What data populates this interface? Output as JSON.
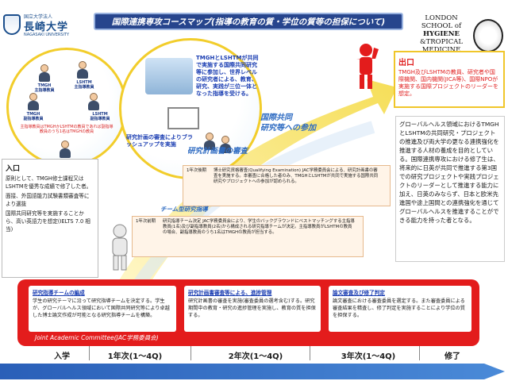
{
  "header": {
    "nagasaki_small": "国立大学法人",
    "nagasaki_name": "長崎大学",
    "nagasaki_en": "NAGASAKI UNIVERSITY",
    "title": "国際連携専攻コースマップ(指導の教育の質・学位の質等の担保について)",
    "lshtm_line1": "LONDON",
    "lshtm_line2": "SCHOOL of",
    "lshtm_line3": "HYGIENE",
    "lshtm_line4": "&TROPICAL",
    "lshtm_line5": "MEDICINE"
  },
  "circle_left": {
    "tmgh_main": "TMGH",
    "tmgh_main_role": "主指導教員",
    "lshtm_main": "LSHTM",
    "lshtm_main_role": "主指導教員",
    "tmgh_sub": "TMGH",
    "tmgh_sub_role": "副指導教員",
    "lshtm_sub": "LSHTM",
    "lshtm_sub_role": "副指導教員",
    "note": "主指導教員はTMGHかLSHTMの教員であれば副指導教員のうち1名はTMGHの教員"
  },
  "circle_mid": {
    "callout_top": "TMGHとLSHTMが共同で実施する国際共同研究等に参加し、世界レベルの研究者による、教育、研究、実践が三位一体となった指導を受ける。",
    "callout_bottom": "研究計画の審査によりブラッシュアップを実施"
  },
  "entrance": {
    "head": "入口",
    "p1": "原則として、TMGH修士課程又はLSHTMを優秀な成績で修了した者。",
    "p2": "面接、外国語能力試験書類審査等により選抜",
    "p3": "国際共同研究等を実施することから、高い英語力を想定(IELTS 7.0 相当)"
  },
  "exit": {
    "head": "出口",
    "body": "TMGH及びLSHTMの教員、研究者や国際機関、国内機関(JICA等)、国際NPOが実施する国際プロジェクトのリーダーを想定。"
  },
  "research_join": {
    "line1": "国際共同",
    "line2": "研究等への参加"
  },
  "plan_review": {
    "title": "研究計画書の審査",
    "year": "1年次後期",
    "text": "博士研究資格審査(Qualifying Examination) JAC学務委員会による、研究計画書の審査を実施する。本審査に合格した者のみ、TMGHとLSHTMが共同で実施する国際共同研究やプロジェクトへの参加が認められる。"
  },
  "team": {
    "title": "チーム型研究指導",
    "year": "1年次前期",
    "text": "研究指導チーム決定 JAC学務委員会により、学生のバックグラウンドにベストマッチングする主指導教員(1名)及び副指導教員(2名)から構成される研究指導チームが決定。主指導教員がLSHTMの教員の場合、副指導教員のうち1名はTMGHの教員が担当する。"
  },
  "global": {
    "text": "グローバルヘルス領域におけるTMGHとLSHTMの共同研究・プロジェクトの推進及び両大学の更なる連携強化を推進する人材の養成を目的としている。国際連携専攻における修了生は、将来的に日英が共同で推進する第3国での研究プロジェクトや実践プロジェクトのリーダーとして推進する能力に加え、日英のみならず、日本と欧米先進国や途上国間との連携強化を通じてグローバルヘルスを推進することができる能力を持った者となる。"
  },
  "jac": {
    "label": "Joint Academic Committee(JAC学務委員会)",
    "panel1_head": "研究指導チームの編成",
    "panel1_body": "学生の研究テーマに沿って研究指導チームを決定する。学生が、グローバルヘルス領域において国際共同研究等により卓越した博士論文作成が可能となる研究指導チームを構築。",
    "panel2_head": "研究計画書審査等による、進捗管理",
    "panel2_body": "研究計画書の審査を実施(審査委員の選考含む)する。研究期間中の教育・研究の進捗管理を実施し、教育の質を担保する。",
    "panel3_head": "論文審査及び修了判定",
    "panel3_body": "論文審査における審査委員を選定する。また審査委員による審査結果を精査し、修了判定を実施することにより学位の質を担保する。"
  },
  "timeline": {
    "entry": "入学",
    "year1": "1年次(1〜4Q)",
    "year2": "2年次(1〜4Q)",
    "year3": "3年次(1〜4Q)",
    "graduation": "修了"
  },
  "colors": {
    "title_bg": "#27458d",
    "accent_red": "#e31c1c",
    "arrow_yellow": "#f2cd2b",
    "blue_text": "#2e6bc2"
  }
}
